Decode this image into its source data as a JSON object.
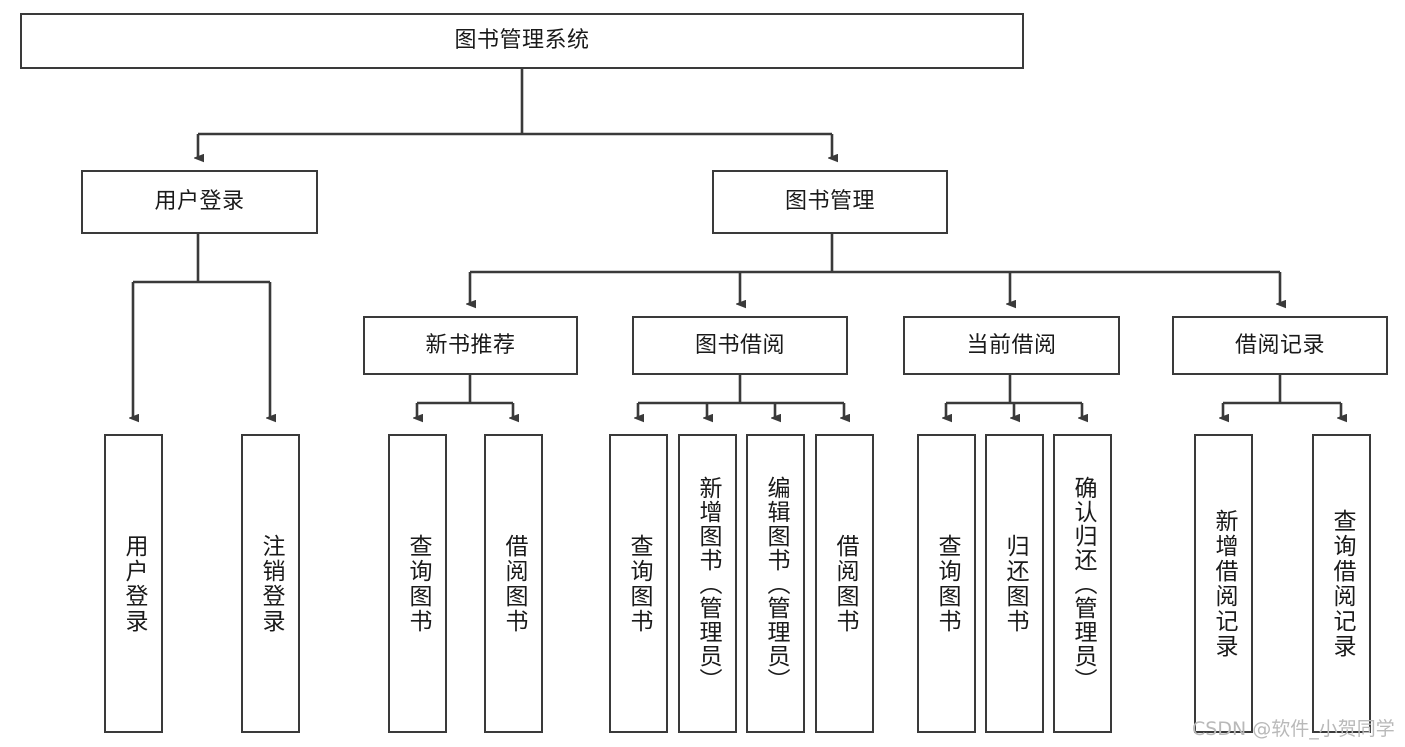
{
  "diagram": {
    "type": "tree-hierarchy",
    "title": "图书管理系统",
    "watermark": "CSDN @软件_小贺同学",
    "colors": {
      "box_border": "#3a3a3a",
      "box_fill": "#ffffff",
      "connector": "#3a3a3a",
      "text": "#1a1a1a",
      "watermark": "#b9b9b9",
      "background": "#ffffff"
    },
    "nodes": {
      "root": {
        "label": "图书管理系统",
        "orientation": "horizontal",
        "level": 0
      },
      "level1": [
        {
          "id": "user-login",
          "label": "用户登录",
          "orientation": "horizontal"
        },
        {
          "id": "book-manage",
          "label": "图书管理",
          "orientation": "horizontal"
        }
      ],
      "level2": [
        {
          "id": "new-book-recommend",
          "label": "新书推荐",
          "orientation": "horizontal",
          "parent": "book-manage"
        },
        {
          "id": "book-borrow",
          "label": "图书借阅",
          "orientation": "horizontal",
          "parent": "book-manage"
        },
        {
          "id": "current-borrow",
          "label": "当前借阅",
          "orientation": "horizontal",
          "parent": "book-manage"
        },
        {
          "id": "borrow-record",
          "label": "借阅记录",
          "orientation": "horizontal",
          "parent": "book-manage"
        }
      ],
      "leaves": [
        {
          "id": "leaf-user-login",
          "label": "用户登录",
          "orientation": "vertical",
          "parent": "user-login"
        },
        {
          "id": "leaf-logout-login",
          "label": "注销登录",
          "orientation": "vertical",
          "parent": "user-login"
        },
        {
          "id": "leaf-query-book-1",
          "label": "查询图书",
          "orientation": "vertical",
          "parent": "new-book-recommend"
        },
        {
          "id": "leaf-borrow-book-1",
          "label": "借阅图书",
          "orientation": "vertical",
          "parent": "new-book-recommend"
        },
        {
          "id": "leaf-query-book-2",
          "label": "查询图书",
          "orientation": "vertical",
          "parent": "book-borrow"
        },
        {
          "id": "leaf-add-book",
          "label": "新增图书（管理员）",
          "orientation": "vertical",
          "parent": "book-borrow"
        },
        {
          "id": "leaf-edit-book",
          "label": "编辑图书（管理员）",
          "orientation": "vertical",
          "parent": "book-borrow"
        },
        {
          "id": "leaf-borrow-book-2",
          "label": "借阅图书",
          "orientation": "vertical",
          "parent": "book-borrow"
        },
        {
          "id": "leaf-query-book-3",
          "label": "查询图书",
          "orientation": "vertical",
          "parent": "current-borrow"
        },
        {
          "id": "leaf-return-book",
          "label": "归还图书",
          "orientation": "vertical",
          "parent": "current-borrow"
        },
        {
          "id": "leaf-confirm-return",
          "label": "确认归还（管理员）",
          "orientation": "vertical",
          "parent": "current-borrow"
        },
        {
          "id": "leaf-add-record",
          "label": "新增借阅记录",
          "orientation": "vertical",
          "parent": "borrow-record"
        },
        {
          "id": "leaf-query-record",
          "label": "查询借阅记录",
          "orientation": "vertical",
          "parent": "borrow-record"
        }
      ]
    }
  }
}
